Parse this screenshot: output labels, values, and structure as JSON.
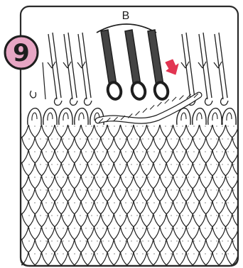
{
  "step_number": "9",
  "needle_group_label": "B",
  "colors": {
    "paper": "#ffffff",
    "frame": "#2a2a2a",
    "ink": "#1e1e1e",
    "badge_fill": "#e7a6c4",
    "arrow": "#e23552",
    "needle_fill": "#444444"
  },
  "icons": {
    "badge": "circled-number",
    "arrow": "red-down-right-arrow",
    "needles": "latch-needles",
    "fabric": "knit-stitch-mesh"
  }
}
